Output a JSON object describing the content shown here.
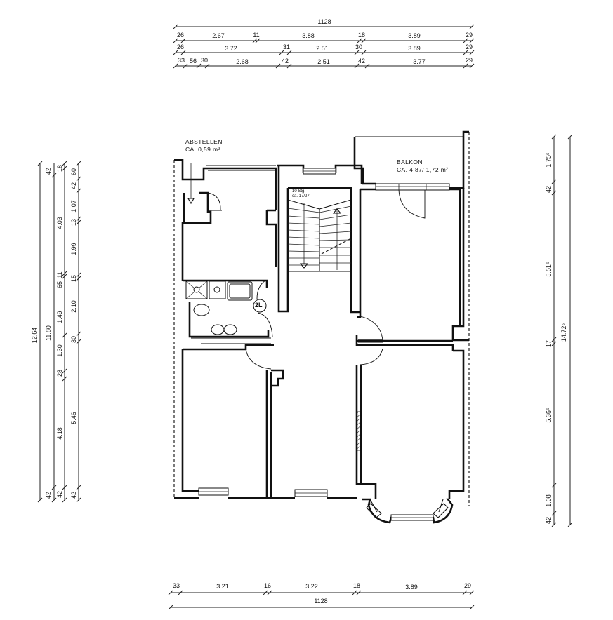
{
  "drawing": {
    "type": "floor plan",
    "units": "m / cm"
  },
  "labels": {
    "storage_title": "ABSTELLEN",
    "storage_area": "CA. 0,59 m²",
    "balcony_title": "BALKON",
    "balcony_area": "CA. 4,87/ 1,72 m²",
    "stairs_steps": "10 Stg.",
    "stairs_size": "ca. 17/27",
    "bathroom_tag": "2L"
  },
  "dimensions": {
    "top_total": "1128",
    "top_row1": [
      "26",
      "2.67",
      "11",
      "3.88",
      "18",
      "3.89",
      "29"
    ],
    "top_row2": [
      "26",
      "3.72",
      "31",
      "2.51",
      "30",
      "3.89",
      "29"
    ],
    "top_row3": [
      "33",
      "56",
      "30",
      "2.68",
      "42",
      "2.51",
      "42",
      "3.77",
      "29"
    ],
    "bottom_row": [
      "33",
      "3.21",
      "16",
      "3.22",
      "18",
      "3.89",
      "29"
    ],
    "bottom_total": "1128",
    "left_total": "12.64",
    "left_col2": [
      "42",
      "11.80",
      "42"
    ],
    "left_col3": [
      "18",
      "4.03",
      "11",
      "65",
      "1.49",
      "1.30",
      "28",
      "4.18",
      "42"
    ],
    "left_col4": [
      "60",
      "42",
      "1.07",
      "13",
      "1.99",
      "15",
      "2.10",
      "30",
      "5.46",
      "42"
    ],
    "right_col1": [
      "1.75⁵",
      "42",
      "5.51⁵",
      "17",
      "5.36⁵",
      "1.08",
      "42"
    ],
    "right_total": "14.72⁵"
  }
}
